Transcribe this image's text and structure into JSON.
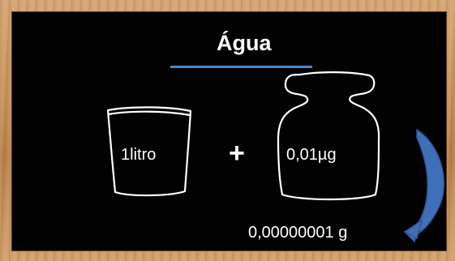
{
  "title": "Água",
  "cup": {
    "label": "1litro"
  },
  "operator": "+",
  "weight": {
    "label": "0,01µg"
  },
  "result": "0,00000001 g",
  "colors": {
    "board": "#020202",
    "chalk": "#ffffff",
    "accent": "#4f86c6",
    "frame": "#c48e58"
  },
  "icons": [
    "cup-icon",
    "weight-icon",
    "curved-arrow-icon"
  ]
}
